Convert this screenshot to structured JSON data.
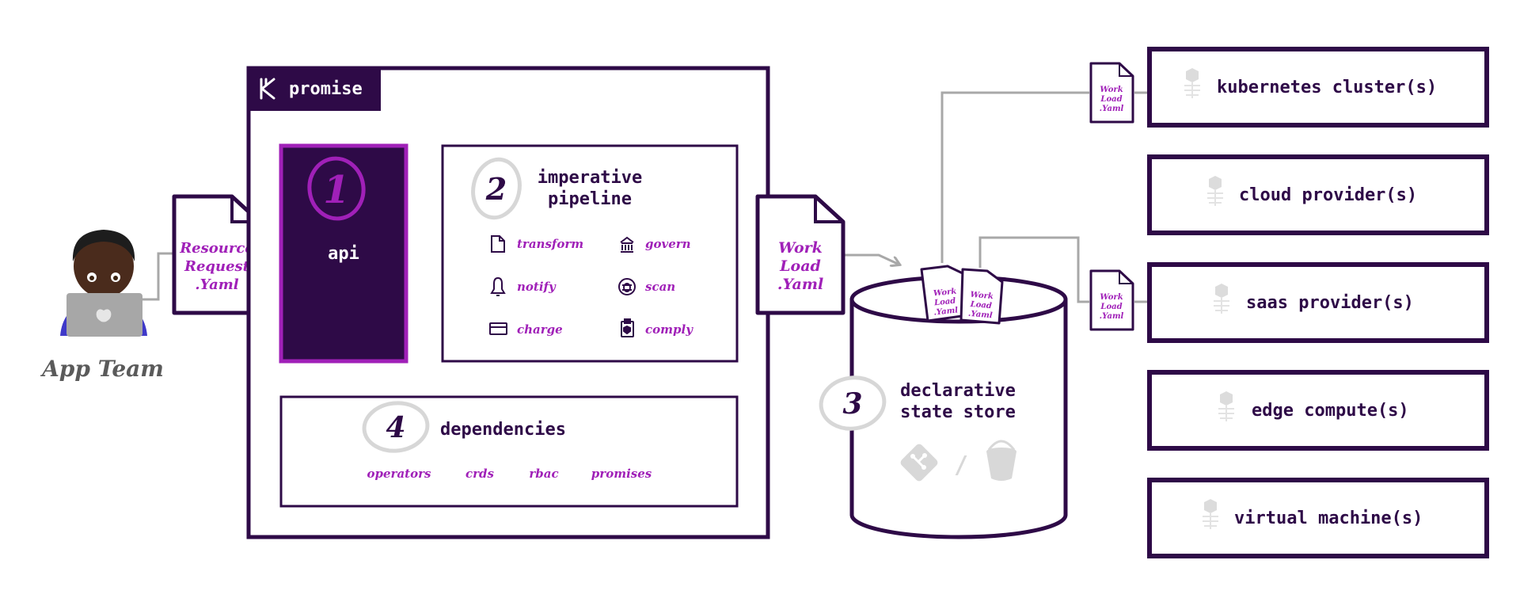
{
  "actor": {
    "label": "App Team"
  },
  "request_doc": {
    "lines": [
      "Resource",
      "Request",
      ".Yaml"
    ]
  },
  "promise": {
    "title": "promise"
  },
  "api": {
    "step": "1",
    "label": "api"
  },
  "pipeline": {
    "step": "2",
    "title_lines": [
      "imperative",
      "pipeline"
    ],
    "items": [
      {
        "label": "transform",
        "icon": "document-icon"
      },
      {
        "label": "govern",
        "icon": "building-icon"
      },
      {
        "label": "notify",
        "icon": "bell-icon"
      },
      {
        "label": "scan",
        "icon": "bug-icon"
      },
      {
        "label": "charge",
        "icon": "card-icon"
      },
      {
        "label": "comply",
        "icon": "clipboard-shield-icon"
      }
    ]
  },
  "dependencies": {
    "step": "4",
    "title": "dependencies",
    "items": [
      "operators",
      "crds",
      "rbac",
      "promises"
    ]
  },
  "workload_doc": {
    "lines": [
      "Work",
      "Load",
      ".Yaml"
    ]
  },
  "store": {
    "step": "3",
    "title_lines": [
      "declarative",
      "state store"
    ],
    "separator": "/",
    "docs": [
      {
        "lines": [
          "Work",
          "Load",
          ".Yaml"
        ]
      },
      {
        "lines": [
          "Work",
          "Load",
          ".Yaml"
        ]
      }
    ]
  },
  "small_docs": [
    {
      "lines": [
        "Work",
        "Load",
        ".Yaml"
      ]
    },
    {
      "lines": [
        "Work",
        "Load",
        ".Yaml"
      ]
    }
  ],
  "destinations": [
    {
      "label": "kubernetes cluster(s)"
    },
    {
      "label": "cloud provider(s)"
    },
    {
      "label": "saas provider(s)"
    },
    {
      "label": "edge compute(s)"
    },
    {
      "label": "virtual machine(s)"
    }
  ],
  "colors": {
    "ink": "#2e0a47",
    "magenta": "#a020b8",
    "connector": "#a8a8a8"
  }
}
